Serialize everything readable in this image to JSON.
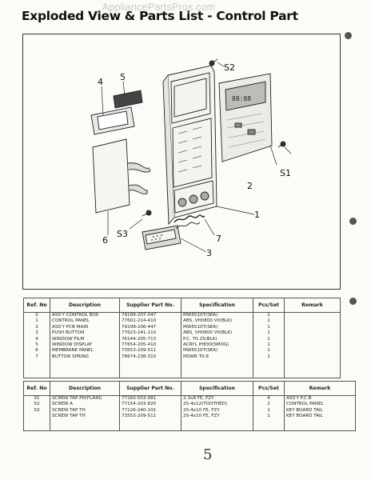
{
  "watermark": "AppliancePartsPros.com",
  "title": "Exploded View & Parts List - Control Part",
  "callouts": {
    "c1": "1",
    "c2": "2",
    "c3": "3",
    "c4": "4",
    "c5": "5",
    "c6": "6",
    "c7": "7",
    "s1": "S1",
    "s2": "S2",
    "s3": "S3"
  },
  "display_text": "88:88",
  "parts_table": {
    "headers": [
      "Ref. No",
      "Description",
      "Supplier Part No.",
      "Specification",
      "Pcs/Set",
      "Remark"
    ],
    "ref": [
      "0",
      "1",
      "2",
      "3",
      "4",
      "5",
      "6",
      "7"
    ],
    "description": [
      "ASS'Y CONTROL BOX",
      "CONTROL PANEL",
      "ASS'Y PCB MAIN",
      "PUSH BUTTON",
      "WINDOW FILM",
      "WINDOW DISPLAY",
      "MEMBRANE PANEL",
      "BUTTON SPRING"
    ],
    "part_no": [
      "79199-207-047",
      "77601-214-410",
      "79199-206-447",
      "77623-241-110",
      "76144-205-713",
      "77654-205-410",
      "73553-209-511",
      "78674-238-310"
    ],
    "spec": [
      "MW5510T(SEA)",
      "ABS, VH0800 V0(BLK)",
      "MW5510T(SEA)",
      "ABS, VH0800 V0(BLK)",
      "P.C. T0.25(BLK)",
      "ACRYL IH830(SMOG)",
      "MW5510T(SEA)",
      "MSWR T0.8"
    ],
    "pcs": [
      "1",
      "1",
      "1",
      "1",
      "1",
      "1",
      "1",
      "1"
    ],
    "remark": ""
  },
  "screws_table": {
    "headers": [
      "Ref. No",
      "Description",
      "Supplier Part No.",
      "Specification",
      "Pcs/Set",
      "Remark"
    ],
    "ref": [
      "S1",
      "S2",
      "S3"
    ],
    "description": [
      "SCREW TAP PH(FLAIN)",
      "SCREW A",
      "SCREW TAP TH",
      "SCREW TAP TH"
    ],
    "part_no": [
      "77160-503-081",
      "77154-203-820",
      "77126-240-101",
      "73553-209-511"
    ],
    "spec": [
      "2-3x8 FE, FZY",
      "2S-4x12(TOOTHED)",
      "2S-4x10 FE, FZY",
      "2S-4x10 FE, FZY"
    ],
    "pcs": [
      "4",
      "2",
      "1",
      "1"
    ],
    "remark": [
      "ASS'Y P.C.B",
      "CONTROL PANEL",
      "KEY BOARD TAIL",
      "KEY BOARD TAIL"
    ]
  },
  "page_number": "5"
}
